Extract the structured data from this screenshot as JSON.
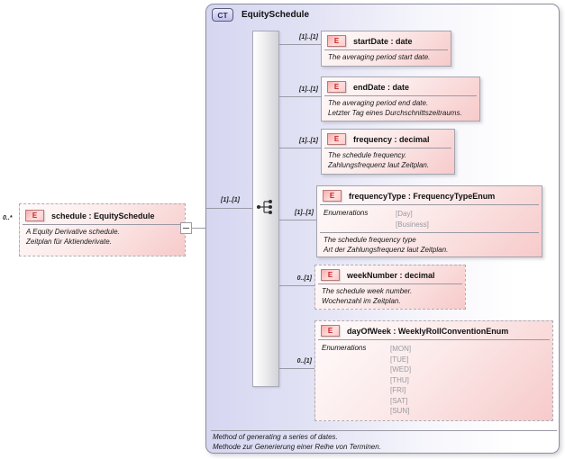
{
  "schedule": {
    "badge": "E",
    "name": "schedule : EquitySchedule",
    "cardinality": "0..*",
    "description": [
      "A Equity Derivative schedule.",
      "Zeitplan für Aktienderivate."
    ]
  },
  "complex_type": {
    "badge": "CT",
    "title": "EquitySchedule",
    "compositor_cardinality": "[1]..[1]",
    "elements": [
      {
        "badge": "E",
        "name": "startDate : date",
        "cardinality": "[1]..[1]",
        "description": [
          "The averaging period start date."
        ]
      },
      {
        "badge": "E",
        "name": "endDate : date",
        "cardinality": "[1]..[1]",
        "description": [
          "The averaging period end date.",
          "Letzter Tag eines Durchschnittszeitraums."
        ]
      },
      {
        "badge": "E",
        "name": "frequency : decimal",
        "cardinality": "[1]..[1]",
        "description": [
          "The schedule frequency.",
          "Zahlungsfrequenz laut Zeitplan."
        ]
      },
      {
        "badge": "E",
        "name": "frequencyType : FrequencyTypeEnum",
        "cardinality": "[1]..[1]",
        "enumerations_label": "Enumerations",
        "enumerations": [
          "[Day]",
          "[Business]"
        ],
        "description": [
          "The schedule frequency type",
          "Art der Zahlungsfrequenz laut Zeitplan."
        ]
      },
      {
        "badge": "E",
        "name": "weekNumber : decimal",
        "cardinality": "0..[1]",
        "description": [
          "The schedule week number.",
          "Wochenzahl im Zeitplan."
        ]
      },
      {
        "badge": "E",
        "name": "dayOfWeek : WeeklyRollConventionEnum",
        "cardinality": "0..[1]",
        "enumerations_label": "Enumerations",
        "enumerations": [
          "[MON]",
          "[TUE]",
          "[WED]",
          "[THU]",
          "[FRI]",
          "[SAT]",
          "[SUN]"
        ]
      }
    ],
    "footer": [
      "Method of generating a series of dates.",
      "Methode zur Generierung einer Reihe von Terminen."
    ]
  },
  "colors": {
    "element_fill": "#f7caca",
    "element_badge_text": "#cc2222",
    "container_fill": "#d6d6f1",
    "complextype_badge_text": "#2c2c5e",
    "connector": "#9a9aa6"
  }
}
